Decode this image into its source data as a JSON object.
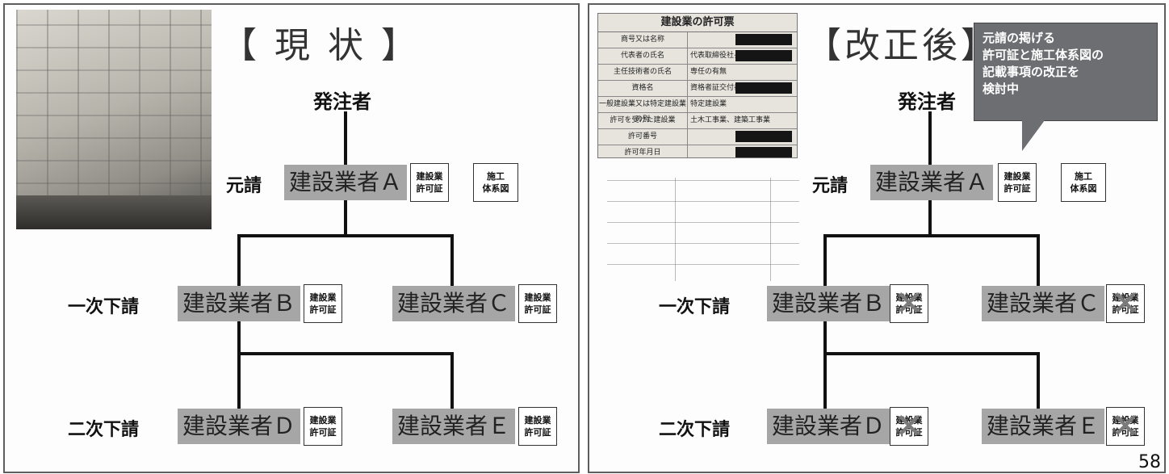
{
  "left": {
    "title": "【 現 状 】",
    "orderer": "発注者",
    "prime_label": "元請",
    "contractor_a": "建設業者Ａ",
    "first_tier_label": "一次下請",
    "second_tier_label": "二次下請",
    "contractor_b": "建設業者Ｂ",
    "contractor_c": "建設業者Ｃ",
    "contractor_d": "建設業者Ｄ",
    "contractor_e": "建設業者Ｅ",
    "permit": [
      "建設業",
      "許可証"
    ],
    "system_chart": [
      "施工",
      "体系図"
    ]
  },
  "right": {
    "title": "【改正後】",
    "orderer": "発注者",
    "prime_label": "元請",
    "contractor_a": "建設業者Ａ",
    "first_tier_label": "一次下請",
    "second_tier_label": "二次下請",
    "contractor_b": "建設業者Ｂ",
    "contractor_c": "建設業者Ｃ",
    "contractor_d": "建設業者Ｄ",
    "contractor_e": "建設業者Ｅ",
    "permit": [
      "建設業",
      "許可証"
    ],
    "system_chart": [
      "施工",
      "体系図"
    ],
    "callout": [
      "元請の掲げる",
      "許可証と施工体系図の",
      "記載事項の改正を",
      "検討中"
    ],
    "permit_doc": {
      "title": "建設業の許可票",
      "rows": [
        {
          "k": "商号又は名称",
          "v": ""
        },
        {
          "k": "代表者の氏名",
          "v": "代表取締役社長"
        },
        {
          "k": "主任技術者の氏名",
          "v": "専任の有無"
        },
        {
          "k": "資格名",
          "v": "資格者証交付番号"
        },
        {
          "k": "一般建設業又は特定建設業の別",
          "v": "特定建設業"
        },
        {
          "k": "許可を受けた建設業",
          "v": "土木工事業、建築工事業"
        },
        {
          "k": "許可番号",
          "v": ""
        },
        {
          "k": "許可年月日",
          "v": ""
        }
      ]
    }
  },
  "page_number": "58",
  "icons": {
    "cross": "cross-mark-icon"
  }
}
